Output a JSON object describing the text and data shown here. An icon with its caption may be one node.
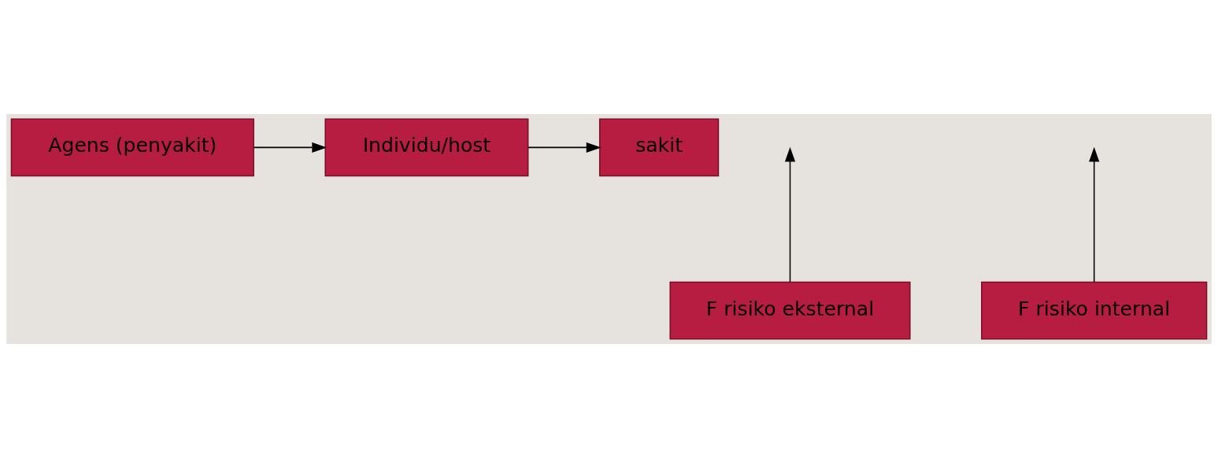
{
  "diagram": {
    "nodes": [
      {
        "text": [
          "Agens (penyakit)"
        ]
      },
      {
        "text": [
          "Individu/host"
        ]
      },
      {
        "text": [
          "sakit"
        ]
      },
      {
        "text": [
          "F risiko eksternal"
        ]
      },
      {
        "text": [
          "F risiko internal"
        ]
      }
    ],
    "edges": [
      {
        "from": 0,
        "to": 1,
        "arrow": "to"
      },
      {
        "from": 1,
        "to": 2,
        "arrow": "to"
      },
      {
        "from": 3,
        "to": null,
        "arrow": "to"
      },
      {
        "from": 4,
        "to": null,
        "arrow": "to"
      }
    ]
  }
}
